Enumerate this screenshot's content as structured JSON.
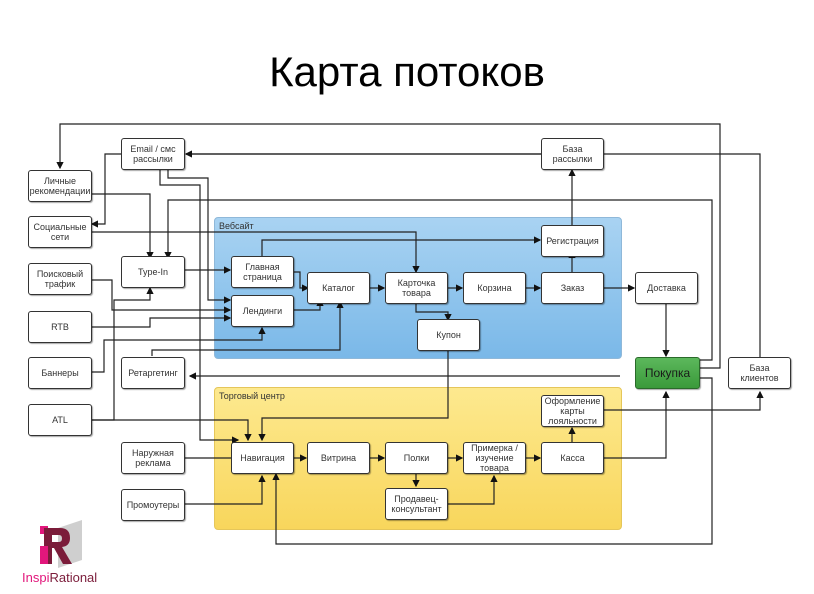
{
  "title": "Карта потоков",
  "zones": {
    "website": "Вебсайт",
    "mall": "Торговый центр"
  },
  "nodes": {
    "personal_recs": "Личные рекомендации",
    "social": "Социальные сети",
    "search": "Поисковый трафик",
    "rtb": "RTB",
    "banners": "Баннеры",
    "atl": "ATL",
    "email": "Email / смс рассылки",
    "typein": "Type-In",
    "retargeting": "Ретаргетинг",
    "outdoor": "Наружная реклама",
    "promoters": "Промоутеры",
    "home": "Главная страница",
    "landings": "Лендинги",
    "catalog": "Каталог",
    "product_card": "Карточка товара",
    "cart": "Корзина",
    "order": "Заказ",
    "registration": "Регистрация",
    "coupon": "Купон",
    "mailing_db": "База рассылки",
    "delivery": "Доставка",
    "purchase": "Покупка",
    "client_db": "База клиентов",
    "navigation": "Навигация",
    "showcase": "Витрина",
    "shelves": "Полки",
    "fitting": "Примерка / изучение товара",
    "consultant": "Продавец-консультант",
    "checkout": "Касса",
    "loyalty": "Оформление карты лояльности"
  },
  "logo": {
    "text_part1": "Inspi",
    "text_part2": "Rational",
    "accent_color": "#e2177c",
    "dark_color": "#7b1c3a"
  },
  "colors": {
    "website_zone": "#7ab8e8",
    "mall_zone": "#f8d65c",
    "purchase": "#3a9a3a"
  }
}
